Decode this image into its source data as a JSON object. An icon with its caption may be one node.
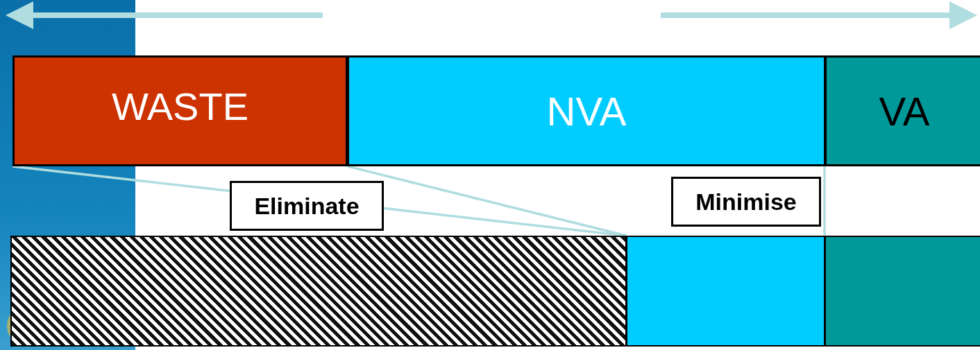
{
  "diagram": {
    "nodes": [
      {
        "text": [
          "WASTE"
        ]
      },
      {
        "text": [
          "NVA"
        ]
      },
      {
        "text": [
          "VA"
        ]
      },
      {
        "text": [
          "Eliminate"
        ]
      },
      {
        "text": [
          "Minimise"
        ]
      },
      {
        "text": [],
        "shape": "box"
      },
      {
        "text": [],
        "shape": "box"
      },
      {
        "text": [],
        "shape": "box"
      }
    ],
    "edges": [
      {
        "from": 0,
        "to": 3,
        "arrow": "none"
      },
      {
        "from": 3,
        "to": 6,
        "arrow": "none"
      },
      {
        "from": 0,
        "to": 6,
        "arrow": "none"
      },
      {
        "from": 2,
        "to": 7,
        "arrow": "none"
      }
    ]
  }
}
